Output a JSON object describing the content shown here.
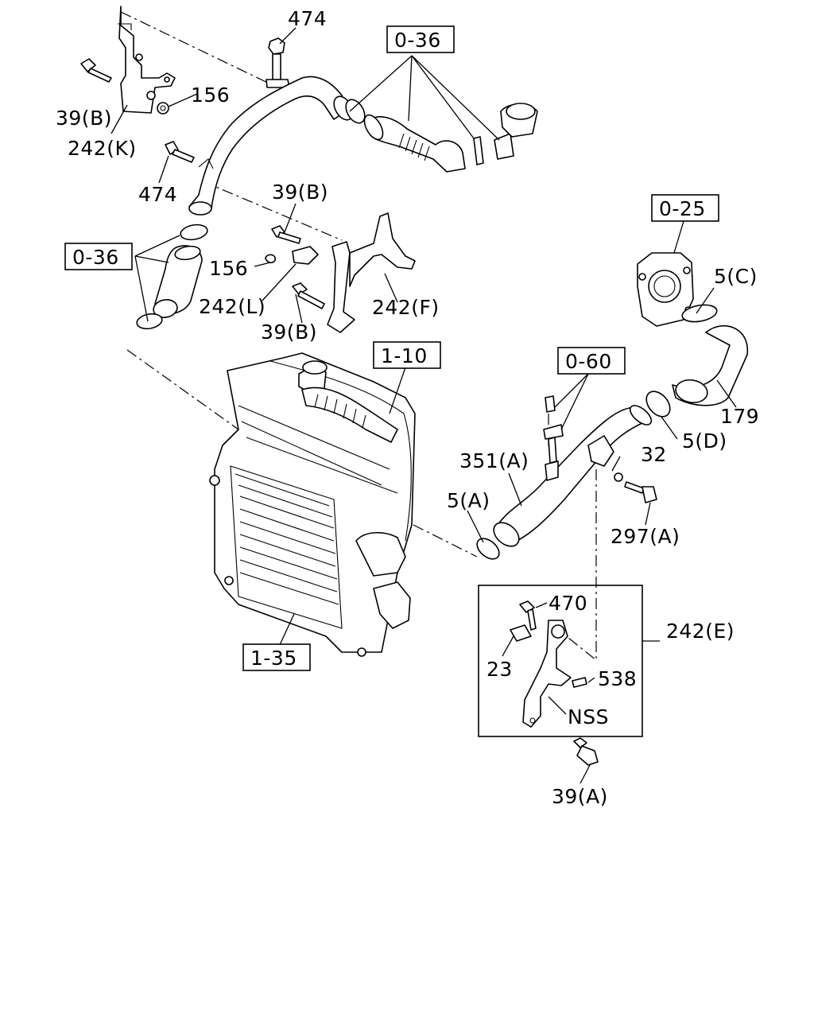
{
  "refs": [
    {
      "text": "0-36"
    },
    {
      "text": "0-36"
    },
    {
      "text": "0-25"
    },
    {
      "text": "1-10"
    },
    {
      "text": "0-60"
    },
    {
      "text": "1-35"
    }
  ],
  "callouts": [
    "474",
    "39(B)",
    "156",
    "242(K)",
    "474",
    "39(B)",
    "156",
    "242(L)",
    "242(F)",
    "39(B)",
    "5(C)",
    "179",
    "5(D)",
    "351(A)",
    "32",
    "5(A)",
    "297(A)",
    "470",
    "242(E)",
    "23",
    "538",
    "NSS",
    "39(A)"
  ]
}
